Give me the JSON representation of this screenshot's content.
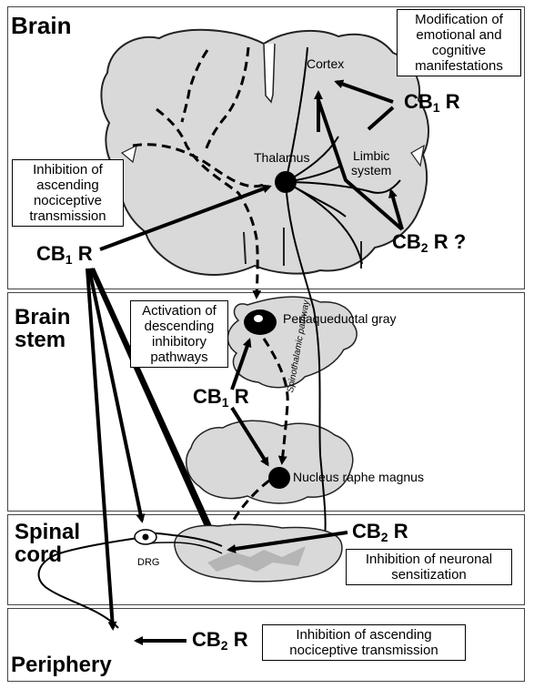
{
  "sections": {
    "brain": "Brain",
    "brain_stem_line1": "Brain",
    "brain_stem_line2": "stem",
    "spinal_line1": "Spinal",
    "spinal_line2": "cord",
    "periphery": "Periphery"
  },
  "boxes": {
    "emotional": [
      "Modification of",
      "emotional and",
      "cognitive",
      "manifestations"
    ],
    "ascending": [
      "Inhibition of",
      "ascending",
      "nociceptive",
      "transmission"
    ],
    "descending": [
      "Activation of",
      "descending",
      "inhibitory",
      "pathways"
    ],
    "sensitization": [
      "Inhibition of neuronal",
      "sensitization"
    ],
    "periphery": [
      "Inhibition of ascending",
      "nociceptive transmission"
    ]
  },
  "labels": {
    "cortex": "Cortex",
    "limbic": [
      "Limbic",
      "system"
    ],
    "thalamus": "Thalamus",
    "pag": "Periaqueductal gray",
    "nrm": "Nucleus raphe magnus",
    "spinothalamic": "Spinothalamic pathway",
    "drg": "DRG"
  },
  "receptors": {
    "cb1_base": "CB",
    "cb1_sub": "1",
    "cb2_base": "CB",
    "cb2_sub": "2",
    "r": "R",
    "cb2_question": "?"
  },
  "colors": {
    "tissue": "#d9d9d9",
    "tissue_outline": "#222222",
    "gray_matter": "#b5b5b5",
    "ink": "#000000"
  }
}
